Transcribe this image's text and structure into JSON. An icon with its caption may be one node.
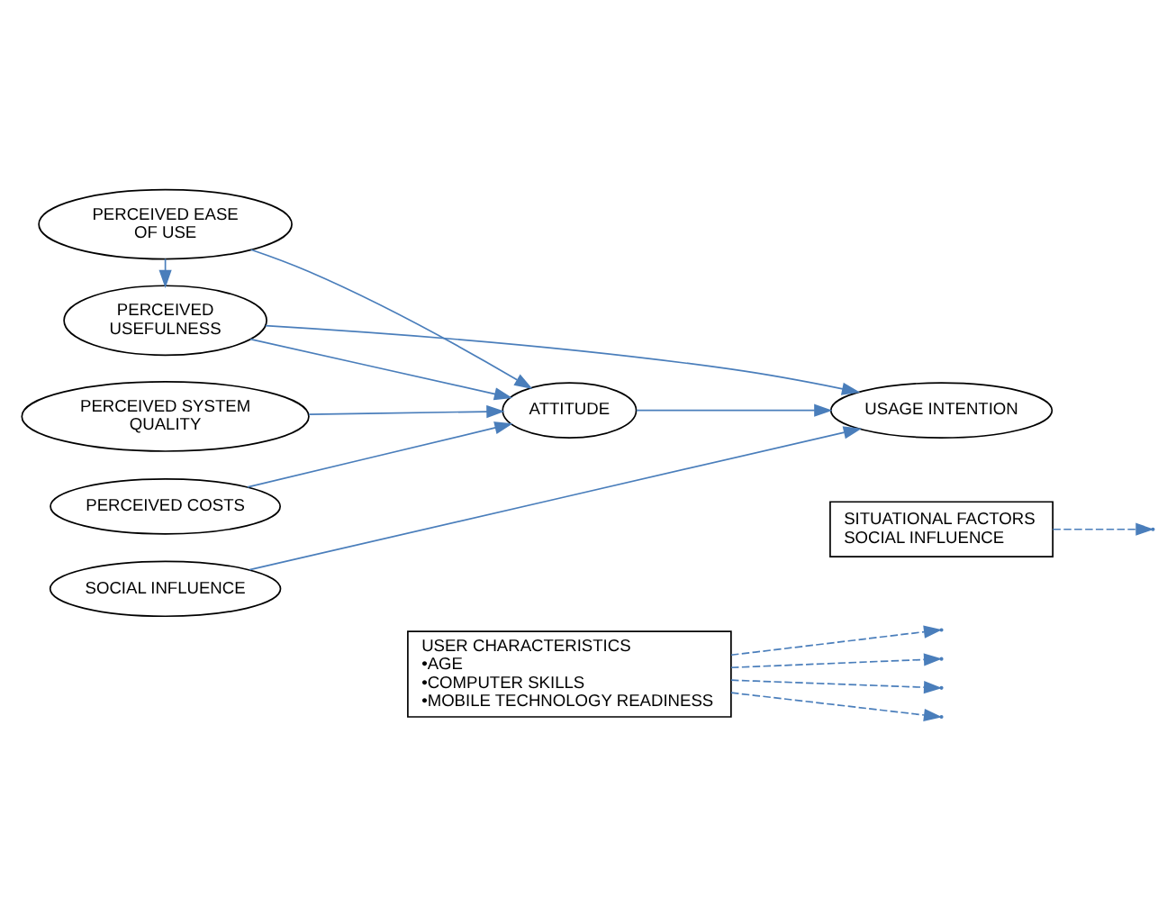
{
  "diagram": {
    "nodes": [
      {
        "text": [
          "USER CHARACTERISTICS",
          "•AGE",
          "•COMPUTER SKILLS",
          "•MOBILE TECHNOLOGY READINESS"
        ]
      },
      {
        "text": [
          "SITUATIONAL FACTORS",
          "SOCIAL INFLUENCE"
        ]
      },
      {
        "text": [
          "PERCEIVED USEFULNESS"
        ]
      },
      {
        "text": [
          "PERCEIVED EASE OF USE"
        ]
      },
      {
        "text": [
          "PERCEIVED COSTS"
        ]
      },
      {
        "text": [
          "PERCEIVED SYSTEM QUALITY"
        ]
      },
      {
        "text": [
          "ATTITUDE"
        ]
      },
      {
        "text": [
          "USAGE INTENTION"
        ]
      },
      {
        "text": [
          "SOCIAL INFLUENCE"
        ]
      }
    ],
    "edges": [
      {
        "from": 3,
        "to": 2,
        "arrow": "to"
      },
      {
        "from": 2,
        "to": 6,
        "arrow": "to"
      },
      {
        "from": 2,
        "to": 7,
        "arrow": "to"
      },
      {
        "from": 3,
        "to": 6,
        "arrow": "to"
      },
      {
        "from": 4,
        "to": 6,
        "arrow": "to"
      },
      {
        "from": 5,
        "to": 6,
        "arrow": "to"
      },
      {
        "from": 6,
        "to": 7,
        "arrow": "to"
      },
      {
        "from": 8,
        "to": 7,
        "arrow": "to"
      },
      {
        "from": 0,
        "to": null,
        "arrow": "to",
        "style": "dashed"
      },
      {
        "from": 0,
        "to": null,
        "arrow": "to",
        "style": "dashed"
      },
      {
        "from": 0,
        "to": null,
        "arrow": "to",
        "style": "dashed"
      },
      {
        "from": 0,
        "to": null,
        "arrow": "to",
        "style": "dashed"
      },
      {
        "from": 1,
        "to": null,
        "arrow": "to",
        "style": "dashed"
      }
    ]
  }
}
